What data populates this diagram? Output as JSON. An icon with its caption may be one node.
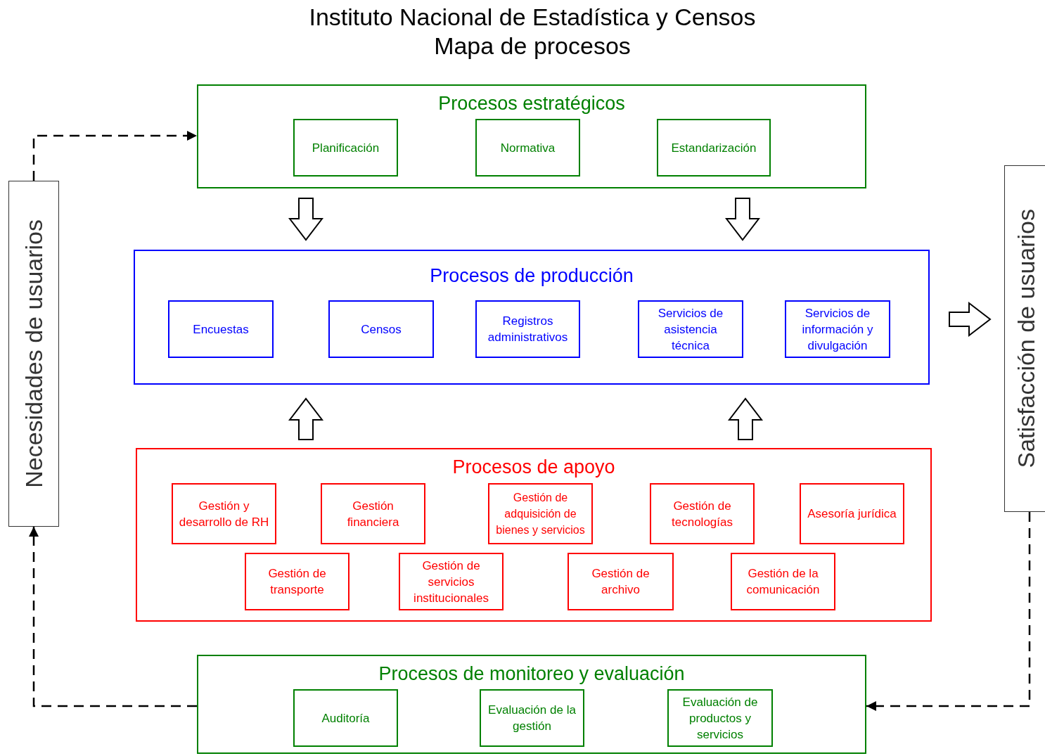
{
  "diagram": {
    "title": "Instituto Nacional de Estadística y Censos Mapa de procesos",
    "nodes": [
      {
        "text": [
          "Necesidades de usuarios"
        ]
      },
      {
        "text": [
          "Procesos estratégicos"
        ]
      },
      {
        "text": [
          "Planificación"
        ],
        "in": 1
      },
      {
        "text": [
          "Normativa"
        ],
        "in": 1
      },
      {
        "text": [
          "Estandarización"
        ],
        "in": 1
      },
      {
        "text": [
          "Procesos de producción"
        ]
      },
      {
        "text": [
          "Encuestas"
        ],
        "in": 5
      },
      {
        "text": [
          "Censos"
        ],
        "in": 5
      },
      {
        "text": [
          "Registros administrativos"
        ],
        "in": 5
      },
      {
        "text": [
          "Servicios de asistencia técnica"
        ],
        "in": 5
      },
      {
        "text": [
          "Servicios de información y divulgación"
        ],
        "in": 5
      },
      {
        "text": [
          "Procesos de apoyo"
        ]
      },
      {
        "text": [
          "Gestión y desarrollo de RH"
        ],
        "in": 11
      },
      {
        "text": [
          "Gestión financiera"
        ],
        "in": 11
      },
      {
        "text": [
          "Gestión de adquisición de bienes y servicios"
        ],
        "in": 11
      },
      {
        "text": [
          "Gestión de tecnologías"
        ],
        "in": 11
      },
      {
        "text": [
          "Asesoría jurídica"
        ],
        "in": 11
      },
      {
        "text": [
          "Gestión de transporte"
        ],
        "in": 11
      },
      {
        "text": [
          "Gestión de servicios institucionales"
        ],
        "in": 11
      },
      {
        "text": [
          "Gestión de archivo"
        ],
        "in": 11
      },
      {
        "text": [
          "Gestión de la comunicación"
        ],
        "in": 11
      },
      {
        "text": [
          "Procesos de monitoreo y evaluación"
        ]
      },
      {
        "text": [
          "Auditoría"
        ],
        "in": 21
      },
      {
        "text": [
          "Evaluación de la gestión"
        ],
        "in": 21
      },
      {
        "text": [
          "Evaluación de productos y servicios"
        ],
        "in": 21
      },
      {
        "text": [
          "Satisfacción de usuarios"
        ]
      }
    ],
    "edges": [
      {
        "from": 0,
        "to": 1,
        "arrow": "to",
        "style": "dashed"
      },
      {
        "from": 21,
        "to": 0,
        "arrow": "to",
        "style": "dashed"
      },
      {
        "from": 25,
        "to": 21,
        "arrow": "to",
        "style": "dashed"
      },
      {
        "from": 1,
        "to": 5,
        "arrow": "to"
      },
      {
        "from": 1,
        "to": 5,
        "arrow": "to"
      },
      {
        "from": 11,
        "to": 5,
        "arrow": "to"
      },
      {
        "from": 11,
        "to": 5,
        "arrow": "to"
      },
      {
        "from": 5,
        "to": 25,
        "arrow": "to"
      }
    ]
  }
}
